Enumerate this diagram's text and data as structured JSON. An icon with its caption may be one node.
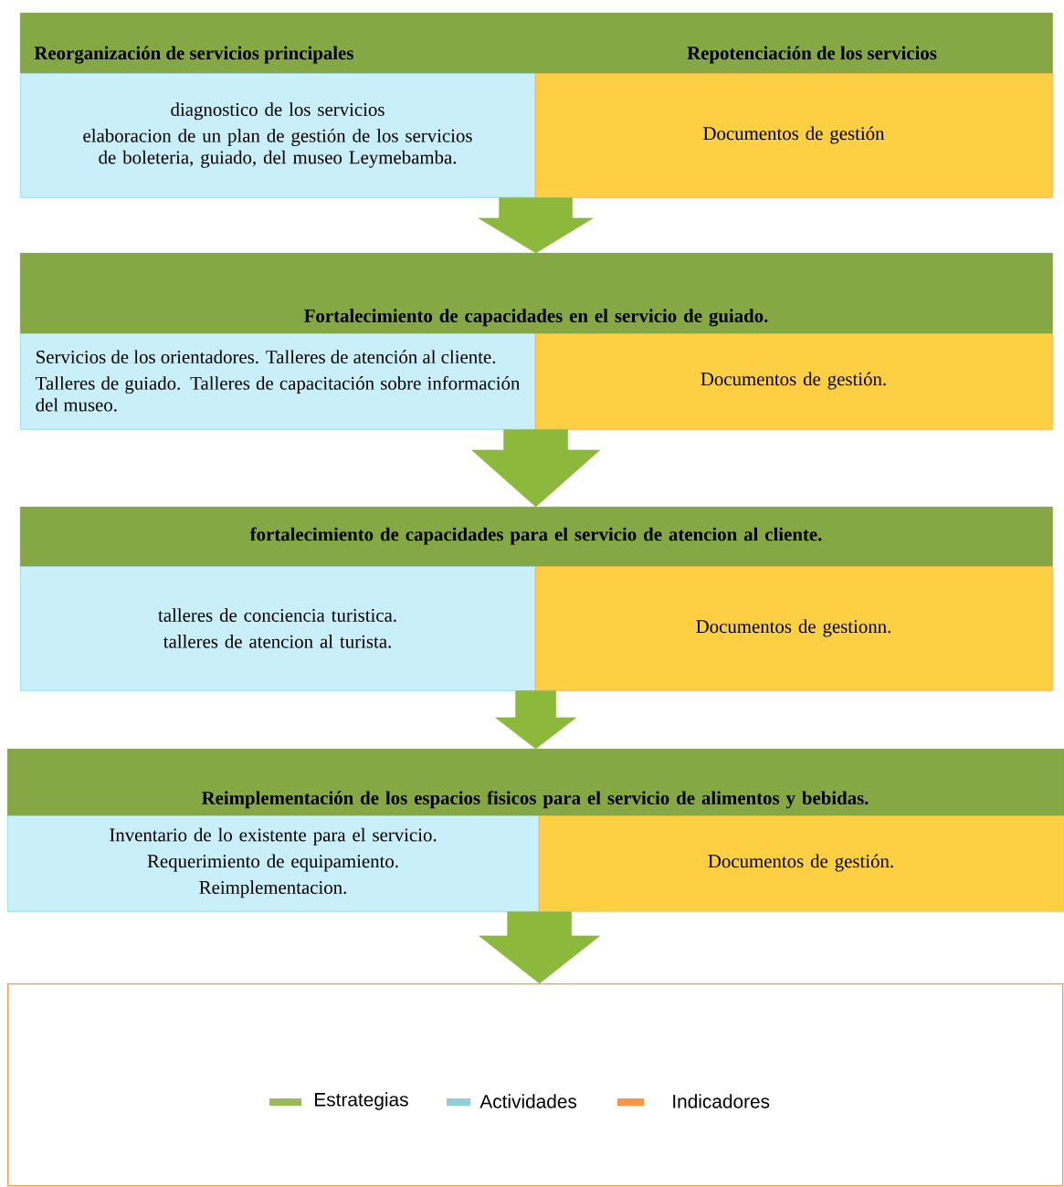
{
  "diagram": {
    "nodes": [
      {
        "text": [
          "Reorganización de servicios principales",
          "Repotenciación de los servicios"
        ]
      },
      {
        "text": [
          "diagnostico de los servicios",
          "elaboracion de un plan de gestión de los servicios de boleteria, guiado, del museo Leymebamba."
        ]
      },
      {
        "text": [
          "Documentos de gestión"
        ]
      },
      {
        "text": [
          "Fortalecimiento de capacidades en el servicio de guiado."
        ]
      },
      {
        "text": [
          "Servicios de los orientadores. Talleres de atención al cliente.",
          "Talleres de guiado. Talleres de capacitación sobre información del museo."
        ]
      },
      {
        "text": [
          "Documentos de gestión."
        ]
      },
      {
        "text": [
          "fortalecimiento de capacidades para el servicio de atencion al cliente."
        ]
      },
      {
        "text": [
          "talleres de conciencia turistica.",
          "talleres de atencion al turista."
        ]
      },
      {
        "text": [
          "Documentos de gestionn."
        ]
      },
      {
        "text": [
          "Reimplementación de los espacios fisicos para el servicio de alimentos y bebidas."
        ]
      },
      {
        "text": [
          "Inventario de lo existente para el servicio.",
          "Requerimiento de equipamiento.",
          "Reimplementacion."
        ]
      },
      {
        "text": [
          "Documentos de gestión."
        ]
      },
      {
        "text": [],
        "shape": "box"
      }
    ],
    "edges": [
      {
        "from": 1,
        "to": 3,
        "arrow": "to"
      },
      {
        "from": 4,
        "to": 6,
        "arrow": "to"
      },
      {
        "from": 7,
        "to": 9,
        "arrow": "to"
      },
      {
        "from": 10,
        "to": 12,
        "arrow": "to"
      }
    ],
    "legend": [
      {
        "text": "Estrategias",
        "color": "#9bbb59"
      },
      {
        "text": "Actividades",
        "color": "#92cddc"
      },
      {
        "text": "Indicadores",
        "color": "#f79646"
      }
    ]
  }
}
